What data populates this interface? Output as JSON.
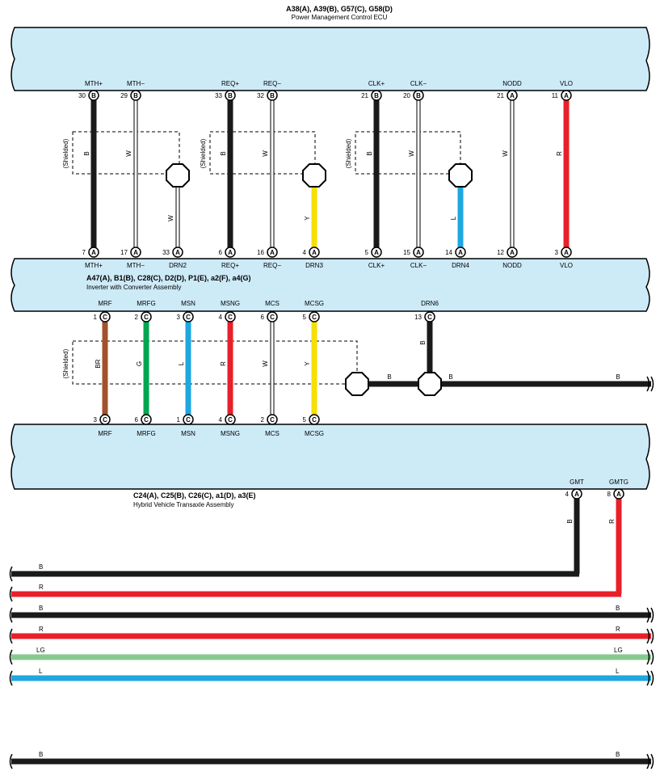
{
  "ecu_top": {
    "codes": "A38(A), A39(B), G57(C), G58(D)",
    "name": "Power Management Control ECU",
    "pins": [
      {
        "label": "MTH+",
        "num": "30",
        "conn": "B",
        "color": "#1a1a1a",
        "wire": "B"
      },
      {
        "label": "MTH−",
        "num": "29",
        "conn": "B",
        "color": "#ffffff",
        "wire": "W"
      },
      {
        "label": "REQ+",
        "num": "33",
        "conn": "B",
        "color": "#1a1a1a",
        "wire": "B"
      },
      {
        "label": "REQ−",
        "num": "32",
        "conn": "B",
        "color": "#ffffff",
        "wire": "W"
      },
      {
        "label": "CLK+",
        "num": "21",
        "conn": "B",
        "color": "#1a1a1a",
        "wire": "B"
      },
      {
        "label": "CLK−",
        "num": "20",
        "conn": "B",
        "color": "#ffffff",
        "wire": "W"
      },
      {
        "label": "NODD",
        "num": "21",
        "conn": "A",
        "color": "#ffffff",
        "wire": "W"
      },
      {
        "label": "VLO",
        "num": "11",
        "conn": "A",
        "color": "#e8202a",
        "wire": "R"
      }
    ]
  },
  "shield_label": "(Shielded)",
  "drain_wires": [
    {
      "wire": "W",
      "color": "#ffffff"
    },
    {
      "wire": "Y",
      "color": "#f5e000"
    },
    {
      "wire": "L",
      "color": "#1ea7e0"
    }
  ],
  "inverter": {
    "codes": "A47(A), B1(B), C28(C), D2(D), P1(E), a2(F), a4(G)",
    "name": "Inverter with Converter Assembly",
    "top_pins": [
      {
        "num": "7",
        "conn": "A",
        "label": "MTH+"
      },
      {
        "num": "17",
        "conn": "A",
        "label": "MTH−"
      },
      {
        "num": "33",
        "conn": "A",
        "label": "DRN2"
      },
      {
        "num": "6",
        "conn": "A",
        "label": "REQ+"
      },
      {
        "num": "16",
        "conn": "A",
        "label": "REQ−"
      },
      {
        "num": "4",
        "conn": "A",
        "label": "DRN3"
      },
      {
        "num": "5",
        "conn": "A",
        "label": "CLK+"
      },
      {
        "num": "15",
        "conn": "A",
        "label": "CLK−"
      },
      {
        "num": "14",
        "conn": "A",
        "label": "DRN4"
      },
      {
        "num": "12",
        "conn": "A",
        "label": "NODD"
      },
      {
        "num": "3",
        "conn": "A",
        "label": "VLO"
      }
    ],
    "bottom_pins": [
      {
        "label": "MRF",
        "num": "1",
        "conn": "C",
        "color": "#a0522d",
        "wire": "BR"
      },
      {
        "label": "MRFG",
        "num": "2",
        "conn": "C",
        "color": "#00a650",
        "wire": "G"
      },
      {
        "label": "MSN",
        "num": "3",
        "conn": "C",
        "color": "#1ea7e0",
        "wire": "L"
      },
      {
        "label": "MSNG",
        "num": "4",
        "conn": "C",
        "color": "#e8202a",
        "wire": "R"
      },
      {
        "label": "MCS",
        "num": "6",
        "conn": "C",
        "color": "#ffffff",
        "wire": "W"
      },
      {
        "label": "MCSG",
        "num": "5",
        "conn": "C",
        "color": "#f5e000",
        "wire": "Y"
      }
    ],
    "drn6": {
      "label": "DRN6",
      "num": "13",
      "conn": "C",
      "wire": "B"
    }
  },
  "transaxle": {
    "codes": "C24(A), C25(B), C26(C), a1(D), a3(E)",
    "name": "Hybrid Vehicle Transaxle Assembly",
    "top_pins": [
      {
        "num": "3",
        "conn": "C",
        "label": "MRF"
      },
      {
        "num": "6",
        "conn": "C",
        "label": "MRFG"
      },
      {
        "num": "1",
        "conn": "C",
        "label": "MSN"
      },
      {
        "num": "4",
        "conn": "C",
        "label": "MSNG"
      },
      {
        "num": "2",
        "conn": "C",
        "label": "MCS"
      },
      {
        "num": "5",
        "conn": "C",
        "label": "MCSG"
      }
    ],
    "gmt": {
      "label": "GMT",
      "num": "4",
      "conn": "A",
      "wire": "B"
    },
    "gmtg": {
      "label": "GMTG",
      "num": "8",
      "conn": "A",
      "wire": "R"
    }
  },
  "ground_wire_labels": {
    "drn_b1": "B",
    "drn_b2": "B",
    "drn_b3": "B"
  },
  "harness_lines": [
    {
      "left": "B",
      "right": "",
      "color": "#1a1a1a"
    },
    {
      "left": "R",
      "right": "",
      "color": "#e8202a"
    },
    {
      "left": "B",
      "right": "B",
      "color": "#1a1a1a"
    },
    {
      "left": "R",
      "right": "R",
      "color": "#e8202a"
    },
    {
      "left": "LG",
      "right": "LG",
      "color": "#86c98f"
    },
    {
      "left": "L",
      "right": "L",
      "color": "#1ea7e0"
    }
  ],
  "bottom_line": {
    "left": "B",
    "right": "B",
    "color": "#1a1a1a"
  }
}
